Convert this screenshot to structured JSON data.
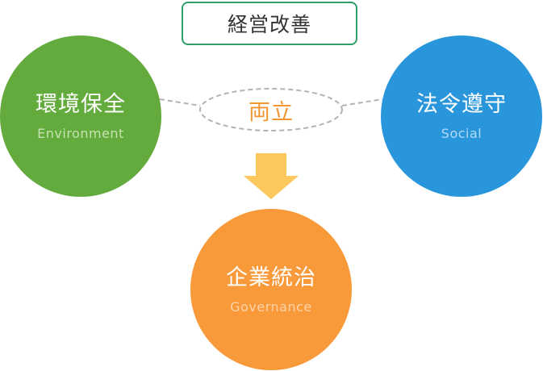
{
  "title": "経営改善",
  "balance": "両立",
  "environment": {
    "label": "環境保全",
    "sublabel": "Environment",
    "color": "#63ab3c"
  },
  "social": {
    "label": "法令遵守",
    "sublabel": "Social",
    "color": "#2996dc"
  },
  "governance": {
    "label": "企業統治",
    "sublabel": "Governance",
    "color": "#f99a3a"
  },
  "accents": {
    "title_border": "#2e9e6a",
    "balance_text": "#f29632",
    "arrow": "#fdc95f",
    "dashed_line": "#b3b3b3"
  },
  "icons": {
    "arrow": "down-arrow-icon"
  }
}
